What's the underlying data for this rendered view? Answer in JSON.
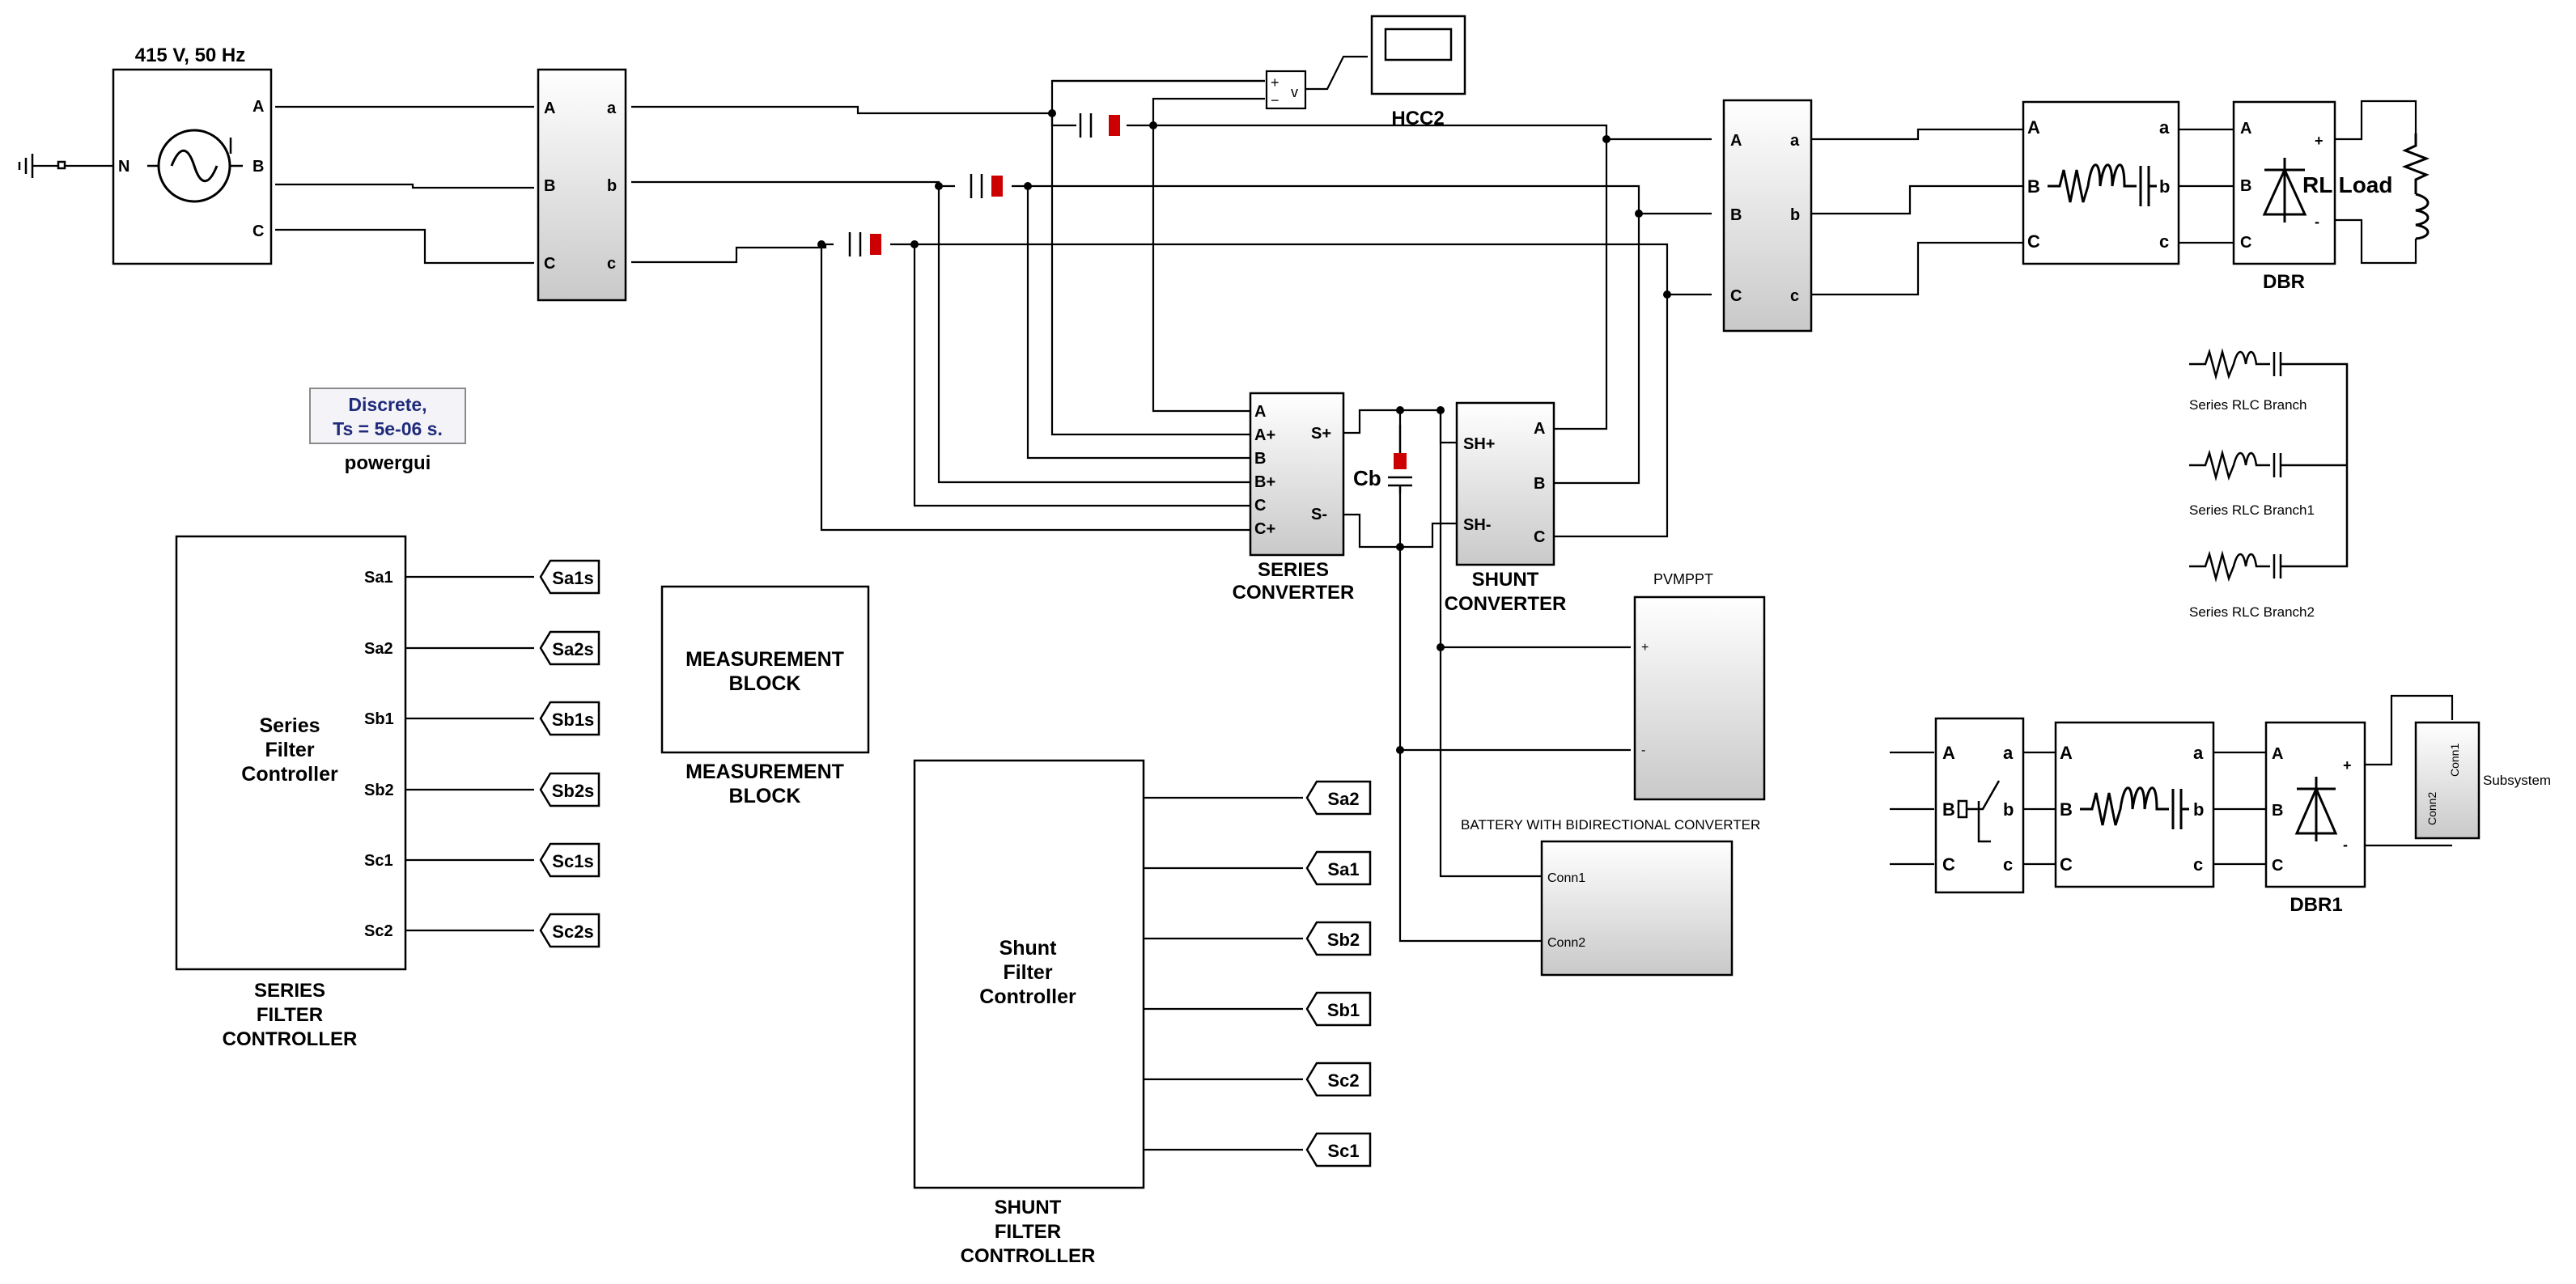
{
  "source": {
    "title": "415 V, 50 Hz",
    "ports": [
      "A",
      "B",
      "C"
    ],
    "neutral": "N"
  },
  "breaker1": {
    "in": [
      "A",
      "B",
      "C"
    ],
    "out": [
      "a",
      "b",
      "c"
    ]
  },
  "breaker2": {
    "in": [
      "A",
      "B",
      "C"
    ],
    "out": [
      "a",
      "b",
      "c"
    ]
  },
  "filter_block": {
    "in": [
      "A",
      "B",
      "C"
    ],
    "out": [
      "a",
      "b",
      "c"
    ]
  },
  "scope": {
    "label": "HCC2"
  },
  "voltmeter": {
    "plus": "+",
    "minus": "−",
    "label": "v"
  },
  "powergui": {
    "line1": "Discrete,",
    "line2": "Ts = 5e-06 s.",
    "label": "powergui"
  },
  "dbr": {
    "ports": [
      "A",
      "B",
      "C"
    ],
    "plus": "+",
    "minus": "-",
    "label": "DBR"
  },
  "load": {
    "label": "RL Load"
  },
  "rlc_branches": [
    "Series RLC Branch",
    "Series RLC Branch1",
    "Series RLC Branch2"
  ],
  "series_converter": {
    "ports": [
      "A",
      "A+",
      "B",
      "B+",
      "C",
      "C+"
    ],
    "out_plus": "S+",
    "out_minus": "S-",
    "label1": "SERIES",
    "label2": "CONVERTER"
  },
  "capacitor": {
    "label": "Cb"
  },
  "shunt_converter": {
    "in_plus": "SH+",
    "in_minus": "SH-",
    "ports": [
      "A",
      "B",
      "C"
    ],
    "label1": "SHUNT",
    "label2": "CONVERTER"
  },
  "pvmppt": {
    "label": "PVMPPT",
    "plus": "+",
    "minus": "-"
  },
  "battery": {
    "label": "BATTERY WITH BIDIRECTIONAL CONVERTER",
    "ports": [
      "Conn1",
      "Conn2"
    ]
  },
  "series_controller": {
    "title": [
      "Series",
      "Filter",
      "Controller"
    ],
    "outputs": [
      "Sa1",
      "Sa2",
      "Sb1",
      "Sb2",
      "Sc1",
      "Sc2"
    ],
    "label": [
      "SERIES",
      "FILTER",
      "CONTROLLER"
    ]
  },
  "series_tags": [
    "Sa1s",
    "Sa2s",
    "Sb1s",
    "Sb2s",
    "Sc1s",
    "Sc2s"
  ],
  "measurement": {
    "title": [
      "MEASUREMENT",
      "BLOCK"
    ],
    "label": [
      "MEASUREMENT",
      "BLOCK"
    ]
  },
  "shunt_controller": {
    "title": [
      "Shunt",
      "Filter",
      "Controller"
    ],
    "label": [
      "SHUNT",
      "FILTER",
      "CONTROLLER"
    ]
  },
  "shunt_tags": [
    "Sa2",
    "Sa1",
    "Sb2",
    "Sb1",
    "Sc2",
    "Sc1"
  ],
  "breaker3": {
    "ports": [
      "A",
      "B",
      "C"
    ],
    "out": [
      "a",
      "b",
      "c"
    ]
  },
  "filter_block2": {
    "in": [
      "A",
      "B",
      "C"
    ],
    "out": [
      "a",
      "b",
      "c"
    ]
  },
  "dbr1": {
    "ports": [
      "A",
      "B",
      "C"
    ],
    "plus": "+",
    "minus": "-",
    "label": "DBR1"
  },
  "subsystem": {
    "label": "Subsystem",
    "port1": "Conn1",
    "port2": "Conn2"
  },
  "colors": {
    "block_grad_top": "#ffffff",
    "block_grad_bottom": "#c9c9c9",
    "wire": "#000000",
    "capacitor_mark": "#cc0000",
    "powergui_text": "#1f2a7a"
  }
}
